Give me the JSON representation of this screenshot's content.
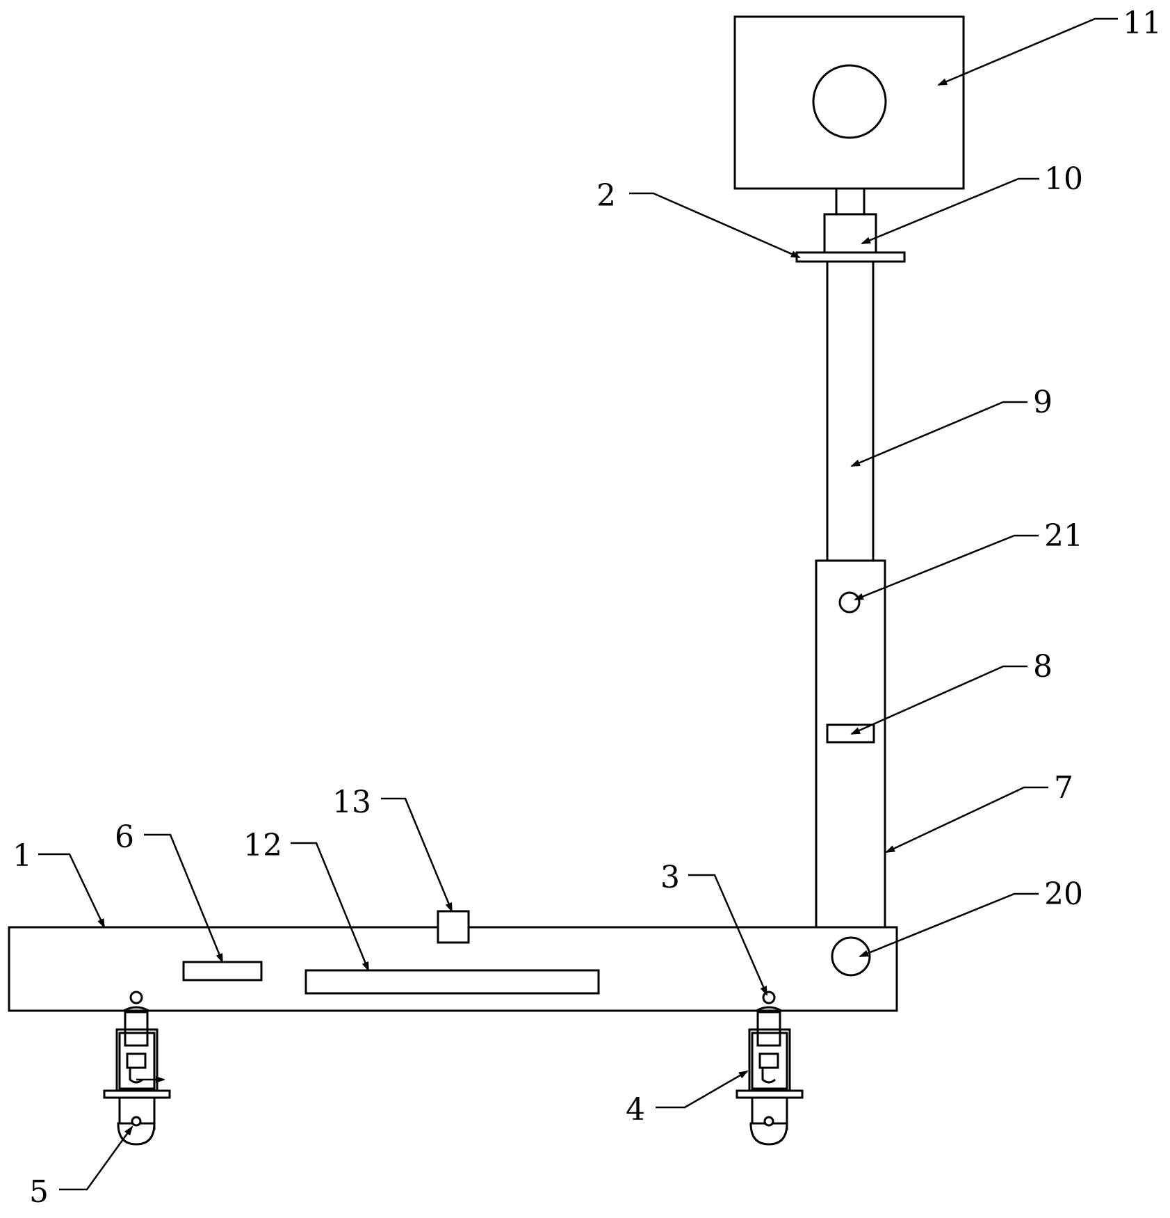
{
  "figure": {
    "labels": [
      {
        "id": "1",
        "text": "1"
      },
      {
        "id": "2",
        "text": "2"
      },
      {
        "id": "3",
        "text": "3"
      },
      {
        "id": "4",
        "text": "4"
      },
      {
        "id": "5",
        "text": "5"
      },
      {
        "id": "6",
        "text": "6"
      },
      {
        "id": "7",
        "text": "7"
      },
      {
        "id": "8",
        "text": "8"
      },
      {
        "id": "9",
        "text": "9"
      },
      {
        "id": "10",
        "text": "10"
      },
      {
        "id": "11",
        "text": "11"
      },
      {
        "id": "12",
        "text": "12"
      },
      {
        "id": "13",
        "text": "13"
      },
      {
        "id": "20",
        "text": "20"
      },
      {
        "id": "21",
        "text": "21"
      }
    ]
  }
}
